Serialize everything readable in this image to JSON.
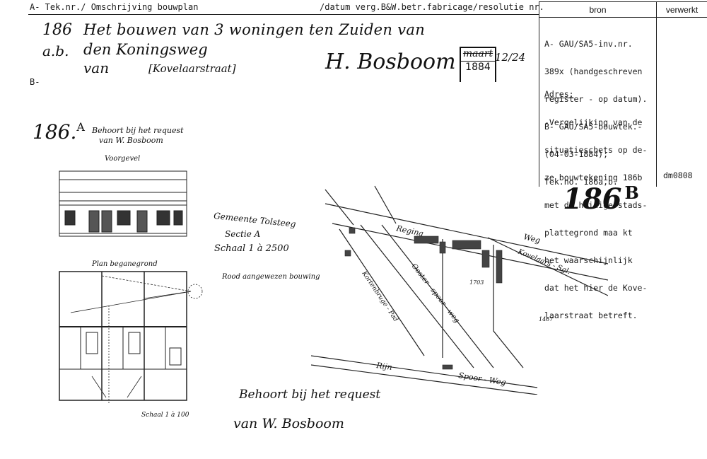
{
  "header": {
    "col1": "A- Tek.nr./ Omschrijving bouwplan",
    "col2": "/datum verg.B&W.betr.fabricage/resolutie nr.",
    "bron_label": "bron",
    "verwerkt_label": "verwerkt",
    "b_prefix": "B-"
  },
  "handwritten": {
    "number_186": "186",
    "line1": "Het bouwen van 3 woningen ten Zuiden van",
    "prefix_ab": "a.b.",
    "line2": "den Koningsweg",
    "line3_van": "van",
    "line3_bracket": "[Kovelaarstraat]",
    "signature": "H. Bosboom",
    "stamp_top": "maart",
    "stamp_bottom": "1884",
    "stamp_side": "12/24",
    "big_186": "186",
    "big_186_letter": "B",
    "small_186": "186.",
    "small_186_letter": "A"
  },
  "source_box": {
    "lines": [
      "A- GAU/SA5-inv.nr.",
      "389x (handgeschreven",
      "register - op datum).",
      "B- GAU/SA5-bouwtek.-",
      "(04-03-1884);",
      "Tek.no. 186a,b."
    ],
    "adres_label": "Adres:",
    "adres_lines": [
      "-Vergelijking van de",
      "situatieschets op de-",
      "ze bouwtekening 186b",
      "met de huidige stads-",
      "plattegrond maa kt",
      "het waarschijnlijk",
      "dat het hier de Kove-",
      "laarstraat betreft."
    ],
    "doc_id": "dm0808"
  },
  "drawing_a": {
    "caption_1": "Behoort bij het request",
    "caption_2": "van W. Bosboom",
    "facade_label": "Voorgevel",
    "plan_label": "Plan beganegrond",
    "scale_label": "Schaal 1 à 100"
  },
  "drawing_b": {
    "title_1": "Gemeente Tolsteeg",
    "title_2": "Sectie A",
    "scale": "Schaal 1 à 2500",
    "legend": "Rood aangewezen bouwing",
    "street_regina": "Regina",
    "street_weg": "Weg",
    "street_kovelaars": "Kovelaars - Sgl.",
    "street_oosterspoor": "Ooster - spoor - weg",
    "street_kortenbrug": "Kortenbruge - Pad",
    "street_rijn": "Rijn",
    "street_spoorweg": "Spoor - Weg",
    "parcel_1": "1703",
    "parcel_2": "1467",
    "caption_1": "Behoort bij het request",
    "caption_2": "van W. Bosboom"
  }
}
